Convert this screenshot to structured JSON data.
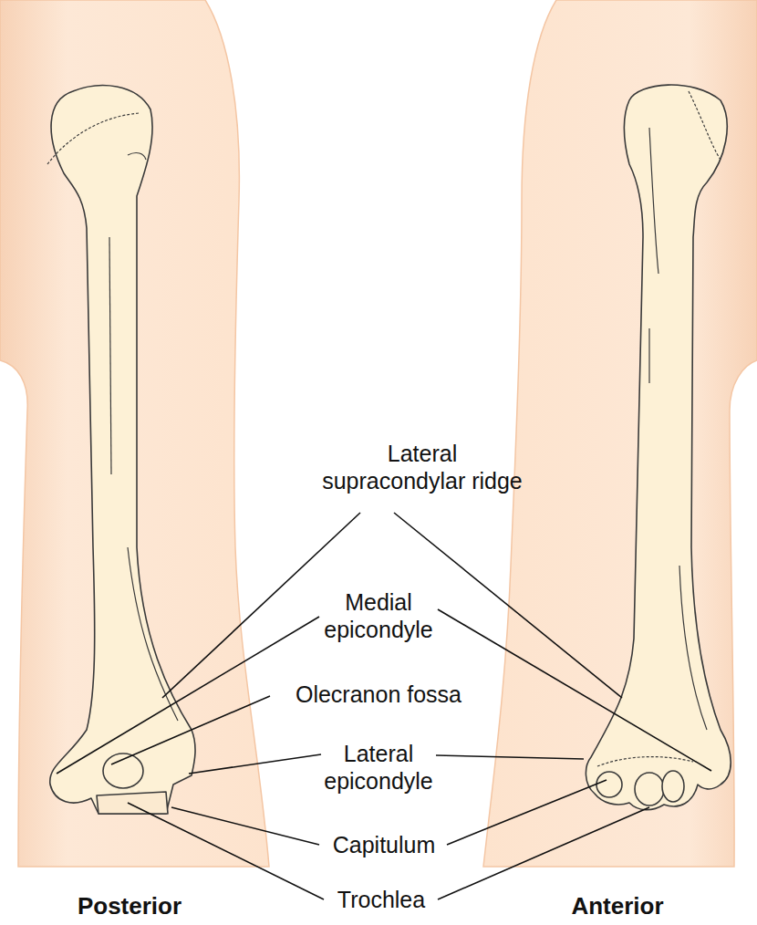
{
  "diagram": {
    "labels": [
      "Lateral supracondylar ridge",
      "Medial epicondyle",
      "Olecranon fossa",
      "Lateral epicondyle",
      "Capitulum",
      "Trochlea",
      "Posterior",
      "Anterior"
    ]
  }
}
